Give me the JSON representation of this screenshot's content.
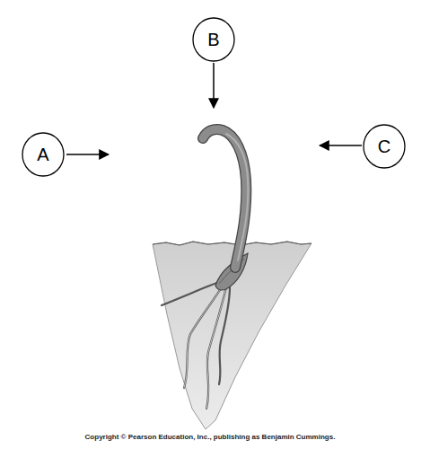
{
  "diagram": {
    "nodes": [
      {
        "text": [
          "B"
        ]
      },
      {
        "text": [
          "A"
        ]
      },
      {
        "text": [
          "C"
        ]
      }
    ],
    "labels": [
      "Copyright © Pearson Education, Inc., publishing as Benjamin Cummings."
    ]
  }
}
